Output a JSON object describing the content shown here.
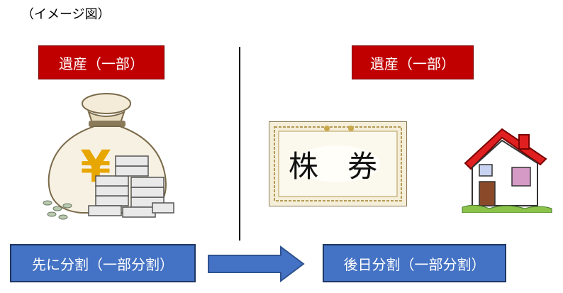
{
  "caption": "（イメージ図）",
  "left": {
    "label": "遺産（一部）",
    "icon": "money-bag-yen-icon"
  },
  "right": {
    "label": "遺産（一部）",
    "stock_text": "株 券"
  },
  "bottom": {
    "first_label": "先に分割（一部分割）",
    "later_label": "後日分割（一部分割）"
  },
  "colors": {
    "red": "#c00000",
    "blue": "#4472c4"
  }
}
